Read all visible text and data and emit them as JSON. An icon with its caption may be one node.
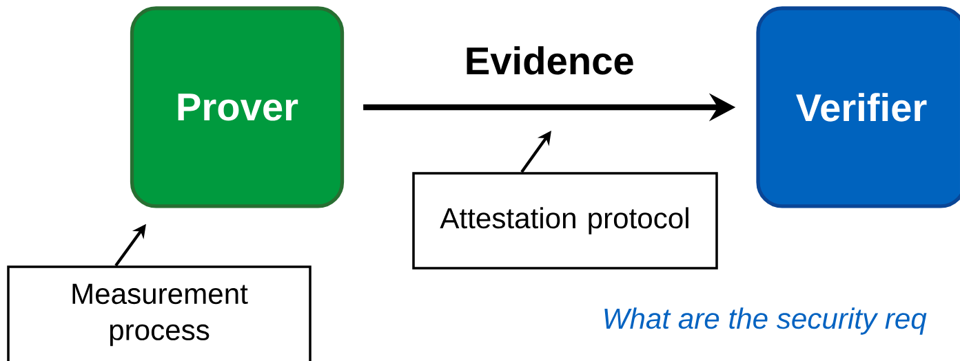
{
  "diagram": {
    "nodes": [
      {
        "text": [
          "Prover"
        ]
      },
      {
        "text": [
          "Verifier"
        ]
      },
      {
        "text": [
          "Attestation protocol"
        ]
      },
      {
        "text": [
          "Measurement process"
        ]
      }
    ],
    "edges": [
      {
        "from": 0,
        "to": 1,
        "arrow": "to",
        "label": "Evidence",
        "style": "thick"
      },
      {
        "from": 2,
        "to": null,
        "arrow": "to"
      },
      {
        "from": 3,
        "to": 0,
        "arrow": "to"
      }
    ],
    "labels": [
      "What are the security req"
    ]
  }
}
